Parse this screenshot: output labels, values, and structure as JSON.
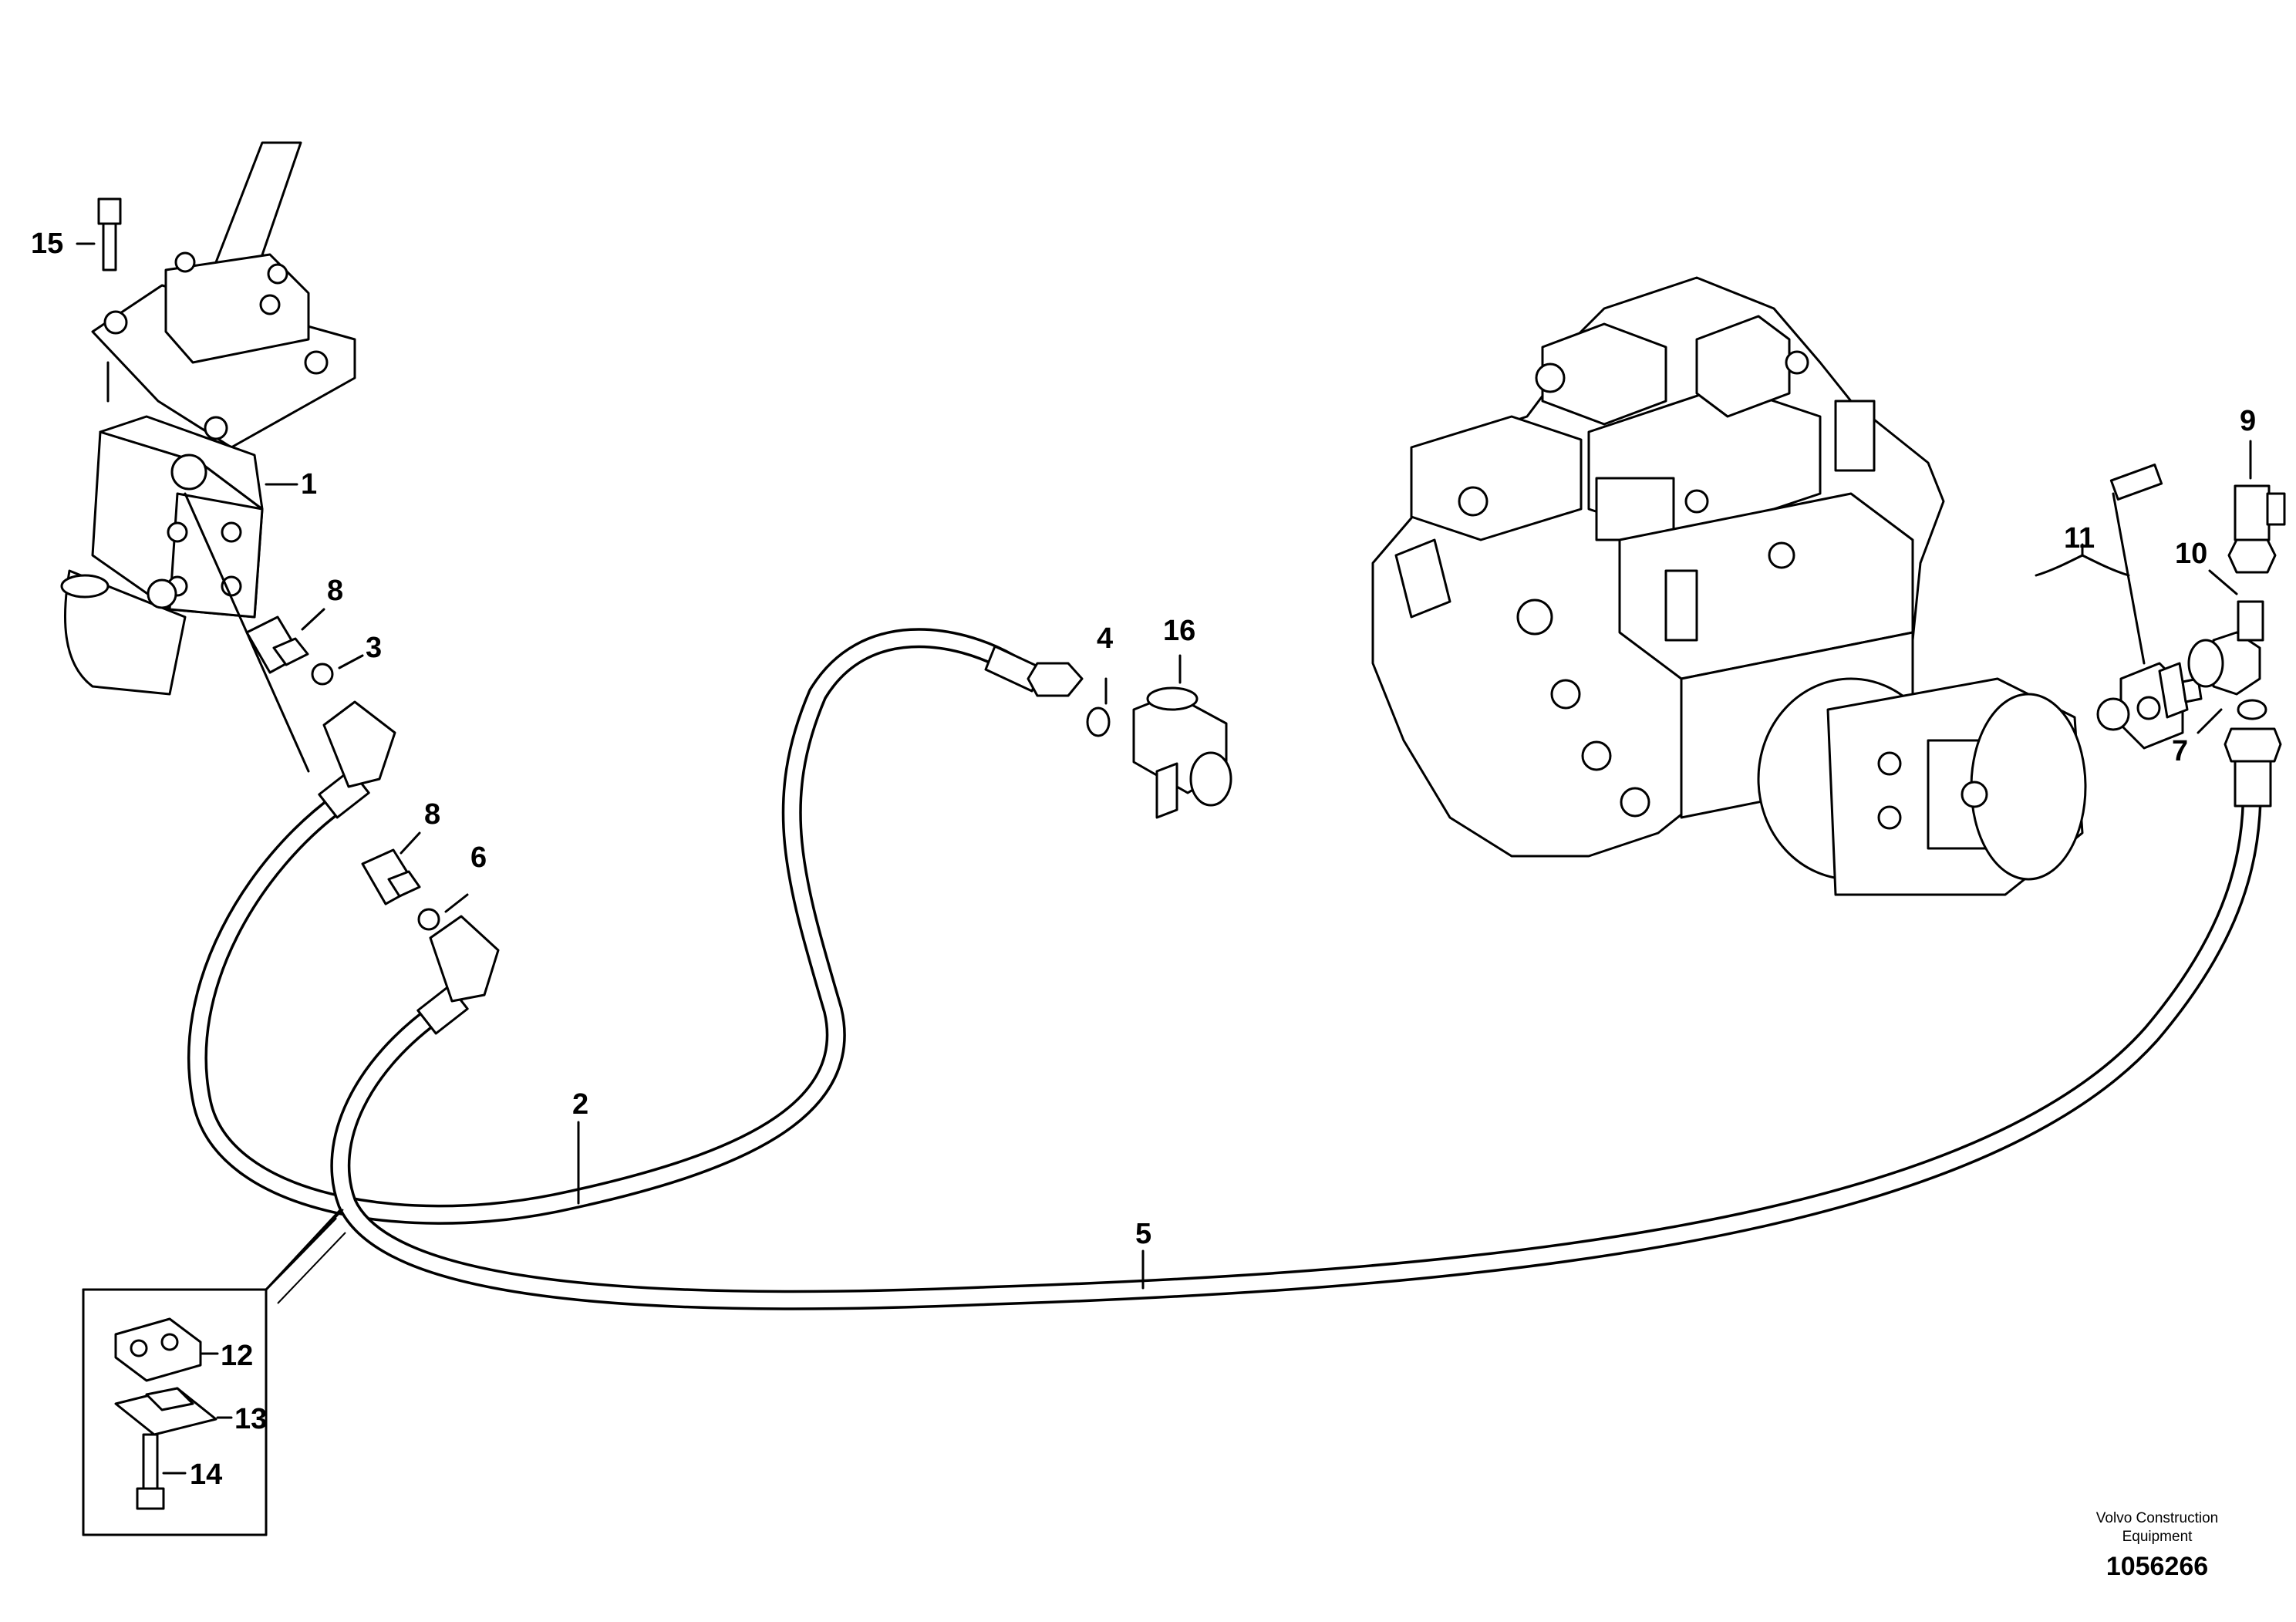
{
  "diagram": {
    "callouts": [
      {
        "id": "c1",
        "text": "1"
      },
      {
        "id": "c2",
        "text": "2"
      },
      {
        "id": "c3",
        "text": "3"
      },
      {
        "id": "c4",
        "text": "4"
      },
      {
        "id": "c5",
        "text": "5"
      },
      {
        "id": "c6",
        "text": "6"
      },
      {
        "id": "c7",
        "text": "7"
      },
      {
        "id": "c8a",
        "text": "8"
      },
      {
        "id": "c8b",
        "text": "8"
      },
      {
        "id": "c9",
        "text": "9"
      },
      {
        "id": "c10",
        "text": "10"
      },
      {
        "id": "c11",
        "text": "11"
      },
      {
        "id": "c12",
        "text": "12"
      },
      {
        "id": "c13",
        "text": "13"
      },
      {
        "id": "c14",
        "text": "14"
      },
      {
        "id": "c15",
        "text": "15"
      },
      {
        "id": "c16",
        "text": "16"
      }
    ]
  },
  "footer": {
    "brand_line1": "Volvo Construction",
    "brand_line2": "Equipment",
    "drawing_number": "1056266"
  }
}
